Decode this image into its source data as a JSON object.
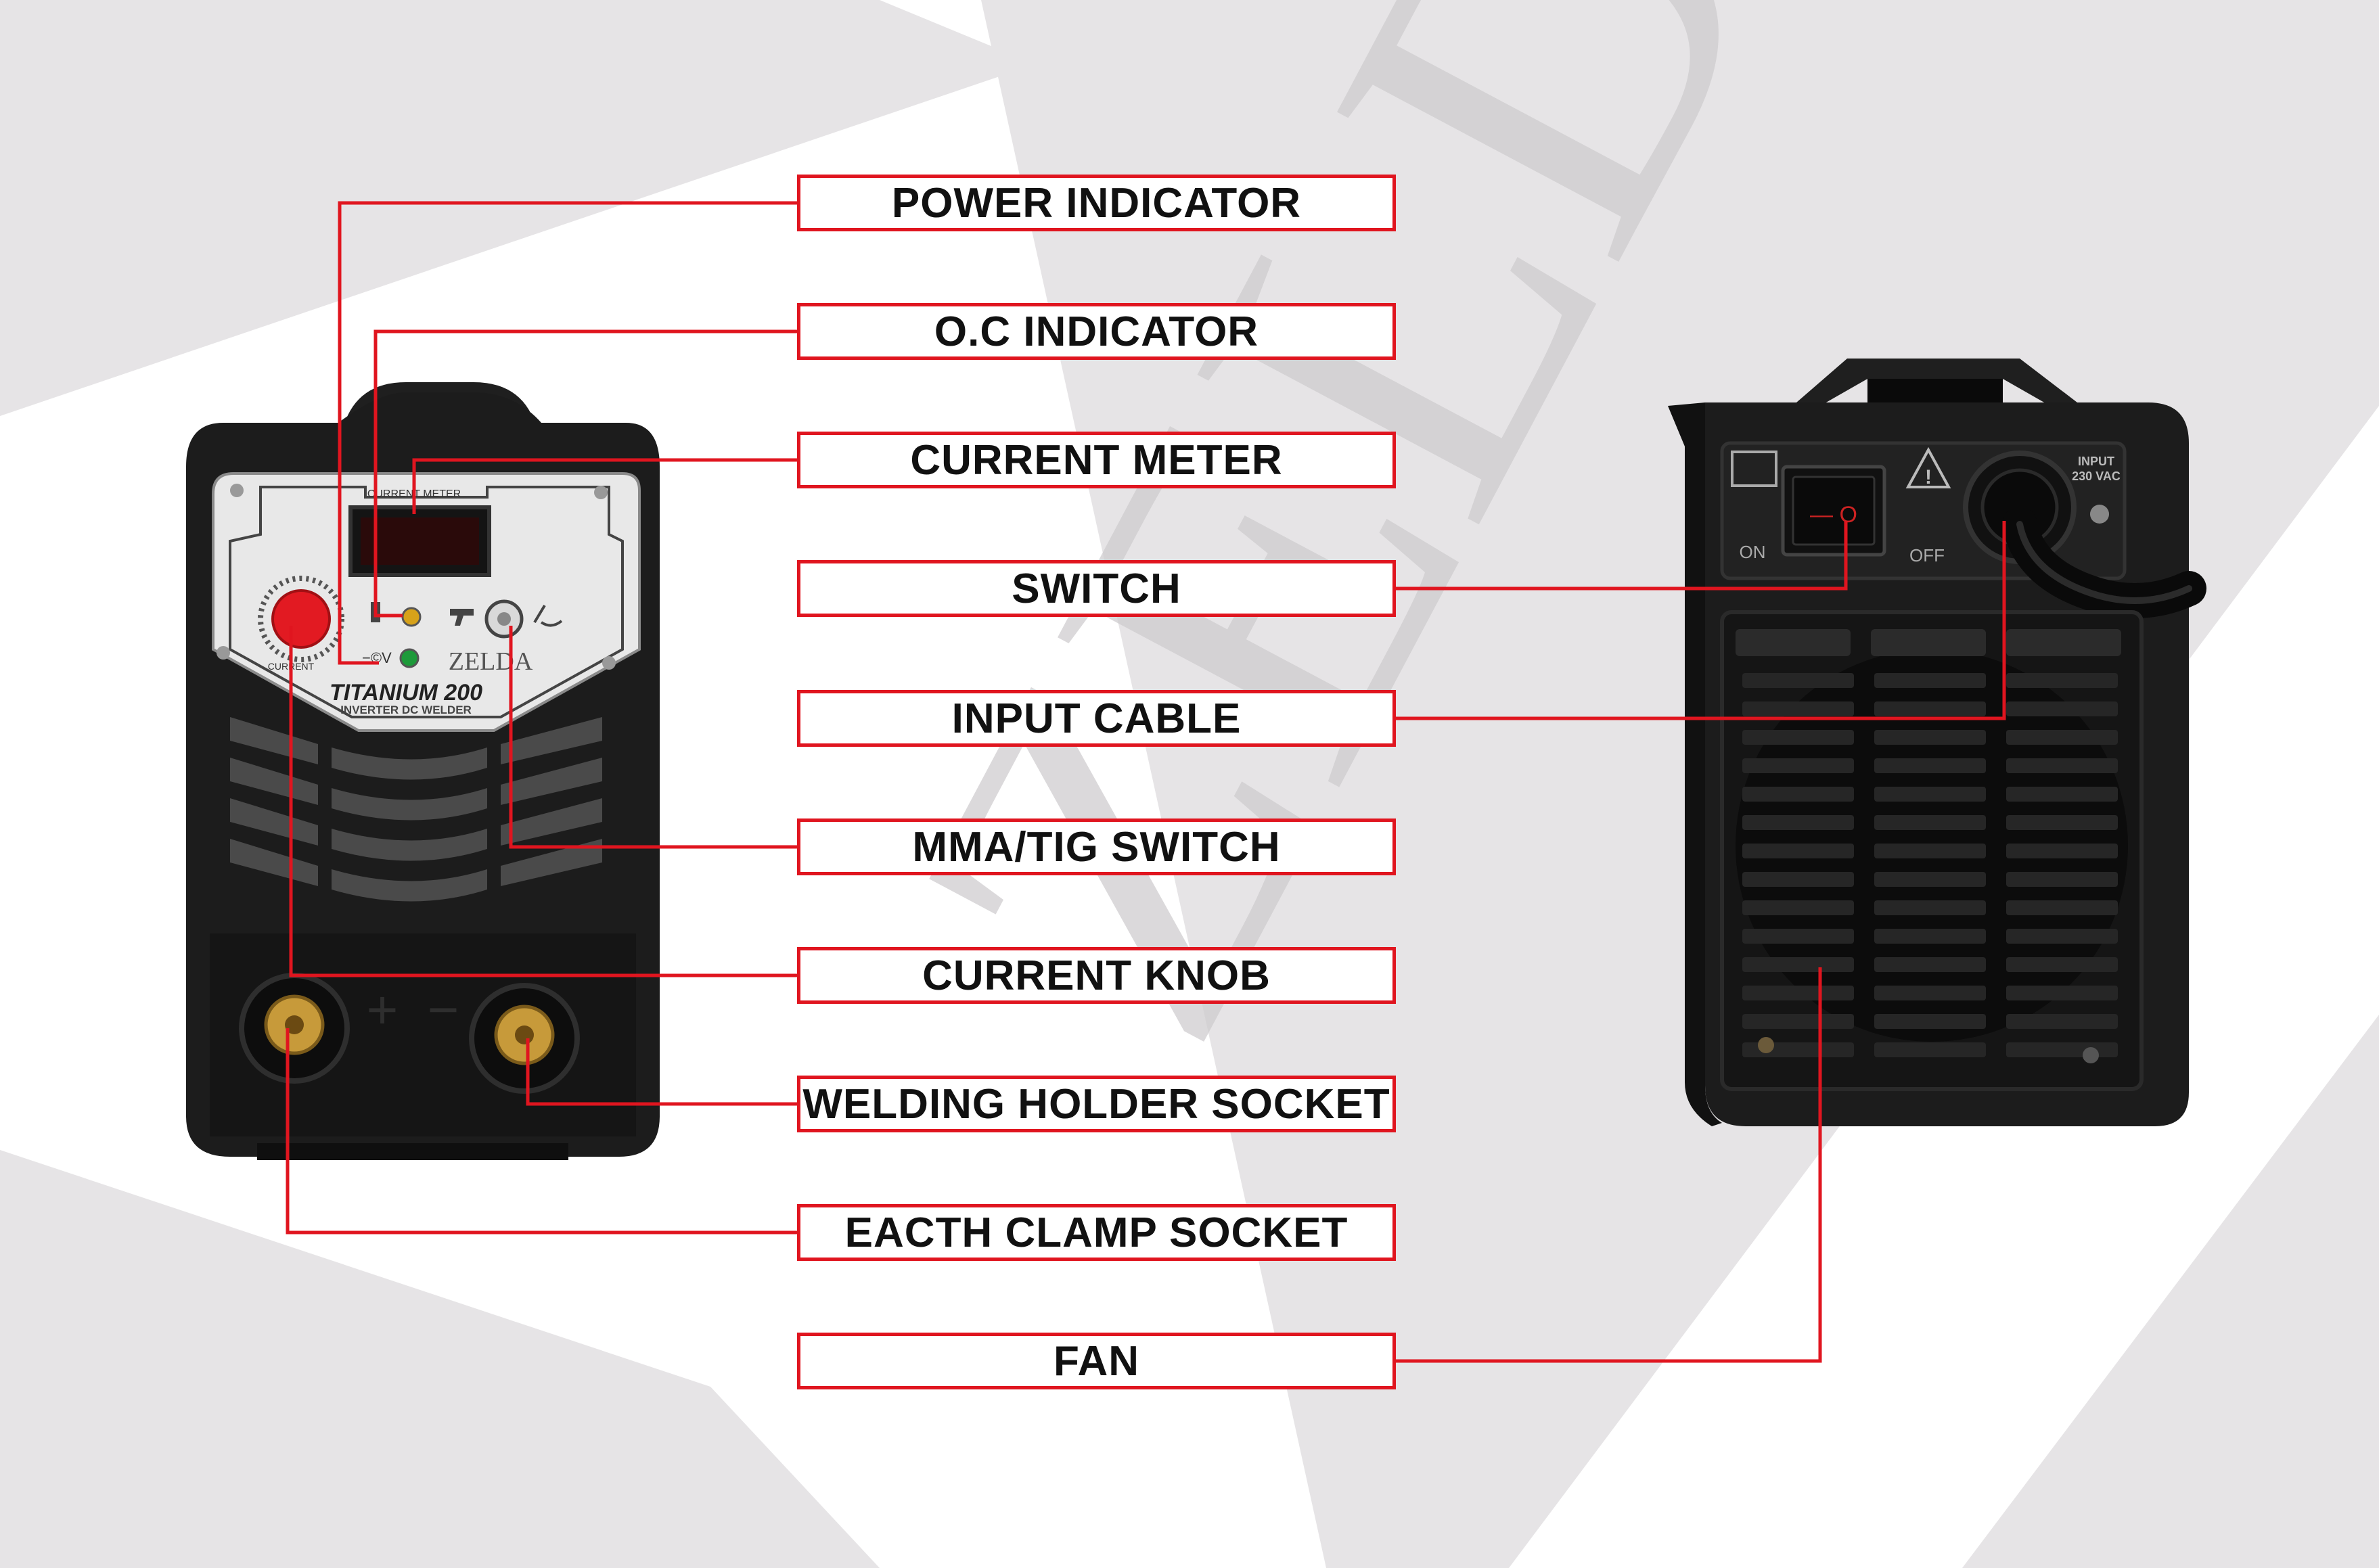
{
  "colors": {
    "accent_red": "#e0151f",
    "body_black": "#1c1c1c",
    "background_gray": "#e6e4e6",
    "watermark": "#cfcdcf"
  },
  "watermark_text": "ZELDA",
  "front_panel": {
    "meter_caption": "CURRENT METER",
    "brand": "ZELDA",
    "model": "TITANIUM 200",
    "subtitle": "INVERTER DC WELDER",
    "knob_caption": "CURRENT",
    "plus_sign": "+",
    "minus_sign": "−"
  },
  "rear_panel": {
    "on_label": "ON",
    "off_label": "OFF",
    "input_label_line1": "INPUT",
    "input_label_line2": "230 VAC",
    "switch_symbols": "— O"
  },
  "labels": [
    "POWER INDICATOR",
    "O.C INDICATOR",
    "CURRENT METER",
    "SWITCH",
    "INPUT CABLE",
    "MMA/TIG SWITCH",
    "CURRENT KNOB",
    "WELDING HOLDER SOCKET",
    "EACTH CLAMP SOCKET",
    "FAN"
  ]
}
